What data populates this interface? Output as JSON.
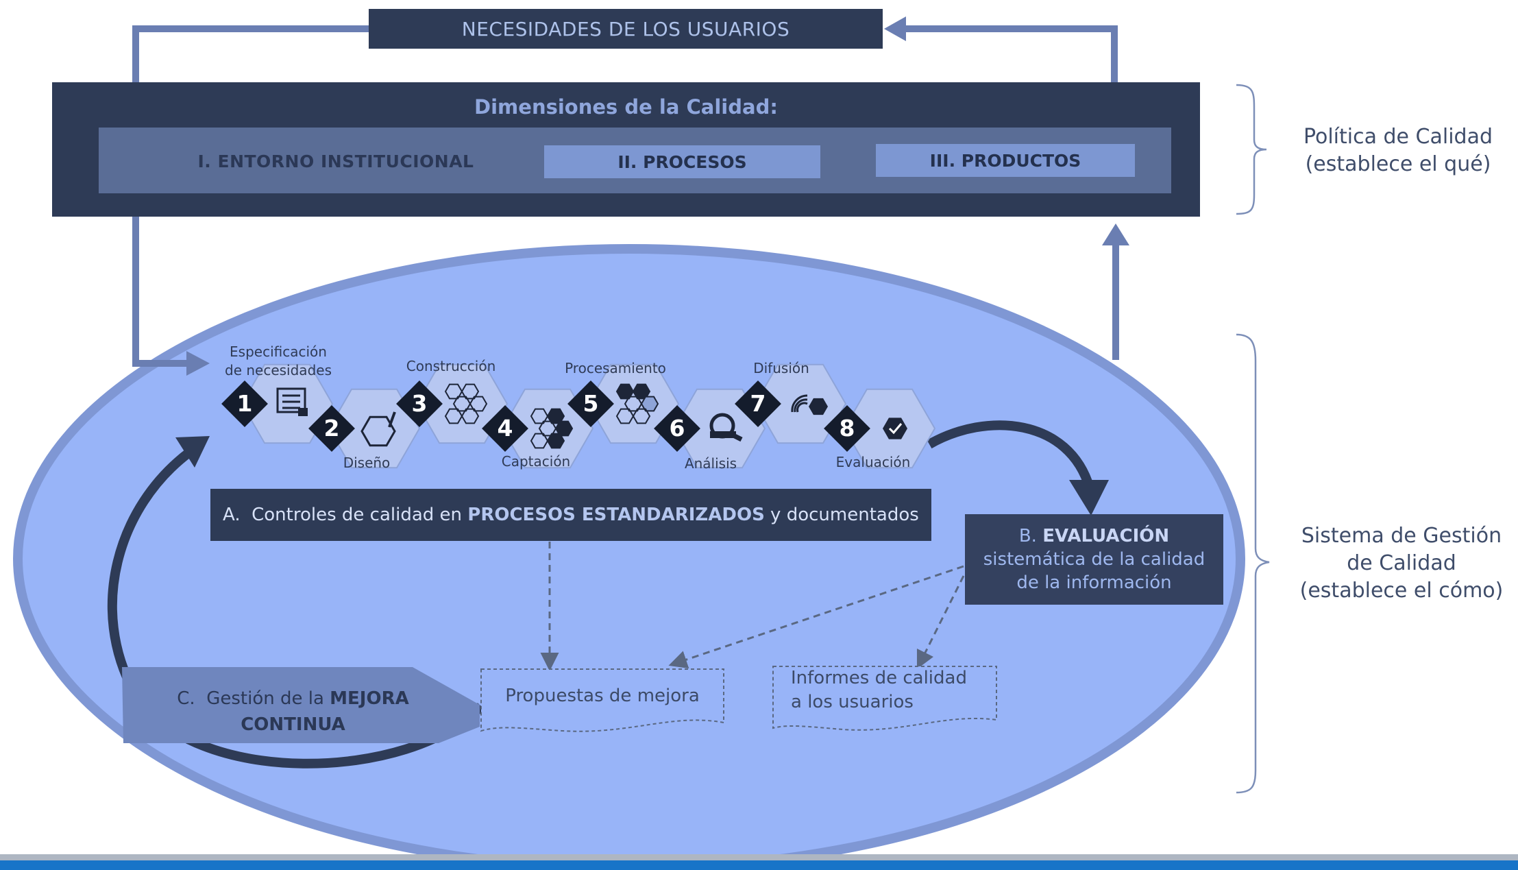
{
  "top_box": "NECESIDADES DE LOS USUARIOS",
  "dimensions": {
    "title": "Dimensiones de la Calidad:",
    "items": [
      "I. ENTORNO INSTITUCIONAL",
      "II. PROCESOS",
      "III. PRODUCTOS"
    ]
  },
  "side_labels": {
    "policy": [
      "Política de Calidad",
      "(establece el qué)"
    ],
    "system": [
      "Sistema de Gestión",
      "de Calidad",
      "(establece el cómo)"
    ]
  },
  "stages": [
    {
      "num": "1",
      "label": "Especificación\nde necesidades",
      "icon": "document-icon"
    },
    {
      "num": "2",
      "label": "Diseño",
      "icon": "design-tool-icon"
    },
    {
      "num": "3",
      "label": "Construcción",
      "icon": "hexagon-outline-icon"
    },
    {
      "num": "4",
      "label": "Captación",
      "icon": "hexagon-filled-icon"
    },
    {
      "num": "5",
      "label": "Procesamiento",
      "icon": "hexagon-process-icon"
    },
    {
      "num": "6",
      "label": "Análisis",
      "icon": "magnifier-icon"
    },
    {
      "num": "7",
      "label": "Difusión",
      "icon": "broadcast-icon"
    },
    {
      "num": "8",
      "label": "Evaluación",
      "icon": "check-icon"
    }
  ],
  "box_a": {
    "prefix": "A.  Controles de calidad en ",
    "bold": "PROCESOS ESTANDARIZADOS",
    "suffix": " y documentados"
  },
  "box_b": {
    "prefix": "B. ",
    "bold": "EVALUACIÓN",
    "line2": "sistemática de la calidad",
    "line3": "de la información"
  },
  "box_c": {
    "prefix": "C.  Gestión de la ",
    "bold": "MEJORA",
    "line2": "CONTINUA"
  },
  "documents": [
    "Propuestas de mejora",
    "Informes de calidad\na los usuarios"
  ],
  "colors": {
    "dark": "#2e3b56",
    "ellipse": "#98b4f8",
    "ellipse_border": "#7f97d4",
    "arrow": "#6a7eb2"
  }
}
